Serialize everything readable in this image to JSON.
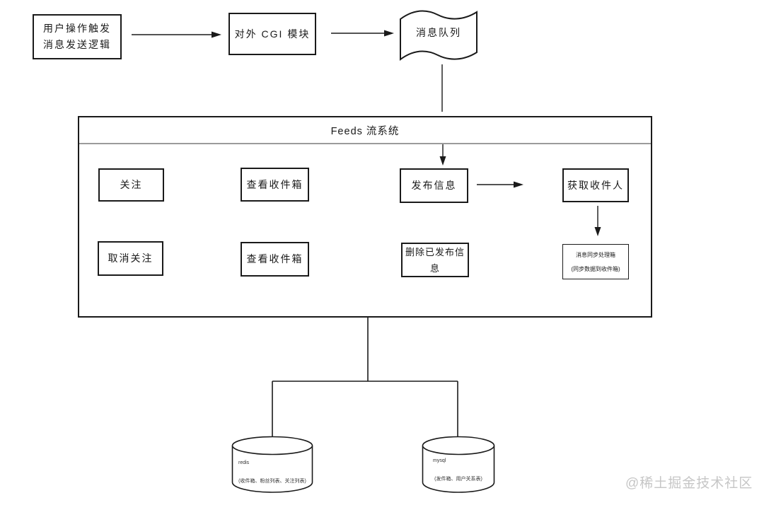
{
  "flow": {
    "user_trigger_line1": "用户操作触发",
    "user_trigger_line2": "消息发送逻辑",
    "cgi_module": "对外 CGI 模块",
    "message_queue": "消息队列"
  },
  "feeds": {
    "title": "Feeds 流系统",
    "follow": "关注",
    "view_inbox_top": "查看收件箱",
    "publish": "发布信息",
    "get_recipients": "获取收件人",
    "unfollow": "取消关注",
    "view_inbox_bottom": "查看收件箱",
    "delete_published": "删除已发布信息",
    "sync_line1": "消息同步处理箱",
    "sync_line2": "(同步数据到收件箱)"
  },
  "databases": {
    "redis": {
      "name": "redis",
      "contents": "(收件箱、粉丝列表、关注列表)"
    },
    "mysql": {
      "name": "mysql",
      "contents": "(发件箱、用户关系表)"
    }
  },
  "watermark": "@稀土掘金技术社区",
  "colors": {
    "line": "#1a1a1a",
    "header_divider": "#9b9b9b",
    "watermark": "#c6c6c6",
    "background": "#ffffff"
  }
}
